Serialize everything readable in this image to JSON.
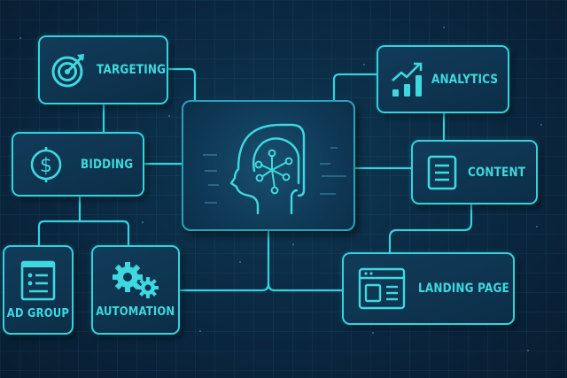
{
  "diagram": {
    "title": "",
    "center_node": {
      "icon": "ai-brain-head-icon"
    },
    "nodes": [
      {
        "id": "targeting",
        "label": "TARGETING",
        "icon": "target-arrow-icon"
      },
      {
        "id": "bidding",
        "label": "BIDDING",
        "icon": "dollar-coin-icon"
      },
      {
        "id": "ad_group",
        "label": "AD GROUP",
        "icon": "list-document-icon"
      },
      {
        "id": "automation",
        "label": "AUTOMATION",
        "icon": "gears-icon"
      },
      {
        "id": "analytics",
        "label": "ANALYTICS",
        "icon": "bar-chart-trend-icon"
      },
      {
        "id": "content",
        "label": "CONTENT",
        "icon": "document-lines-icon"
      },
      {
        "id": "landing_page",
        "label": "LANDING PAGE",
        "icon": "browser-window-icon"
      }
    ],
    "connections": [
      [
        "targeting",
        "center"
      ],
      [
        "targeting",
        "bidding"
      ],
      [
        "bidding",
        "center"
      ],
      [
        "bidding",
        "ad_group"
      ],
      [
        "bidding",
        "automation"
      ],
      [
        "automation",
        "center"
      ],
      [
        "analytics",
        "center"
      ],
      [
        "analytics",
        "content"
      ],
      [
        "content",
        "center"
      ],
      [
        "content",
        "landing_page"
      ],
      [
        "landing_page",
        "center"
      ]
    ],
    "colors": {
      "accent": "#3fd8df",
      "background": "#0b2a44",
      "node_fill": "#0f3552"
    }
  }
}
